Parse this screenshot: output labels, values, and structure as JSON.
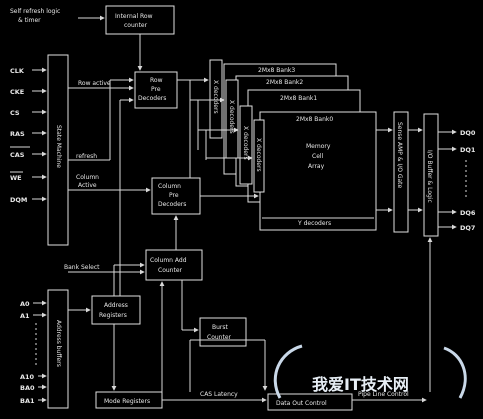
{
  "blocks": {
    "self_refresh": [
      "Self refresh logic",
      "& timer"
    ],
    "internal_row_counter": [
      "Internal Row",
      "counter"
    ],
    "row_pre_decoders": [
      "Row",
      "Pre",
      "Decoders"
    ],
    "state_machine": "State Machine",
    "column_pre_decoders": [
      "Column",
      "Pre",
      "Decoders"
    ],
    "column_add_counter": [
      "Column Add",
      "Counter"
    ],
    "address_registers": [
      "Address",
      "Registers"
    ],
    "address_buffers": "Address buffers",
    "burst_counter": [
      "Burst",
      "Counter"
    ],
    "mode_registers": "Mode Registers",
    "data_out_control": "Data Out Control",
    "sense_amp": "Sense AMP & I/O Gate",
    "io_buffer": "I/O Buffer & Logic"
  },
  "banks": [
    "2Mx8 Bank3",
    "2Mx8 Bank2",
    "2Mx8 Bank1",
    "2Mx8 Bank0"
  ],
  "x_decoders": [
    "X decoders",
    "X decoders",
    "X decoders",
    "X decoders"
  ],
  "memory_array": [
    "Memory",
    "Cell",
    "Array"
  ],
  "y_decoders": "Y decoders",
  "pins_control": [
    "CLK",
    "CKE",
    "CS",
    "RAS",
    "CAS",
    "WE",
    "DQM"
  ],
  "pins_address_top": [
    "A0",
    "A1"
  ],
  "pins_address_bottom": [
    "A10",
    "BA0",
    "BA1"
  ],
  "pins_dq": [
    "DQ0",
    "DQ1",
    "DQ6",
    "DQ7"
  ],
  "signals": {
    "row_active": "Row active",
    "refresh": "refresh",
    "column_active": "Column",
    "column_active2": "Active",
    "bank_select": "Bank Select",
    "cas_latency": "CAS Latency",
    "pipe_line_control": "Pipe Line Control"
  },
  "watermark": "我爱IT技术网"
}
